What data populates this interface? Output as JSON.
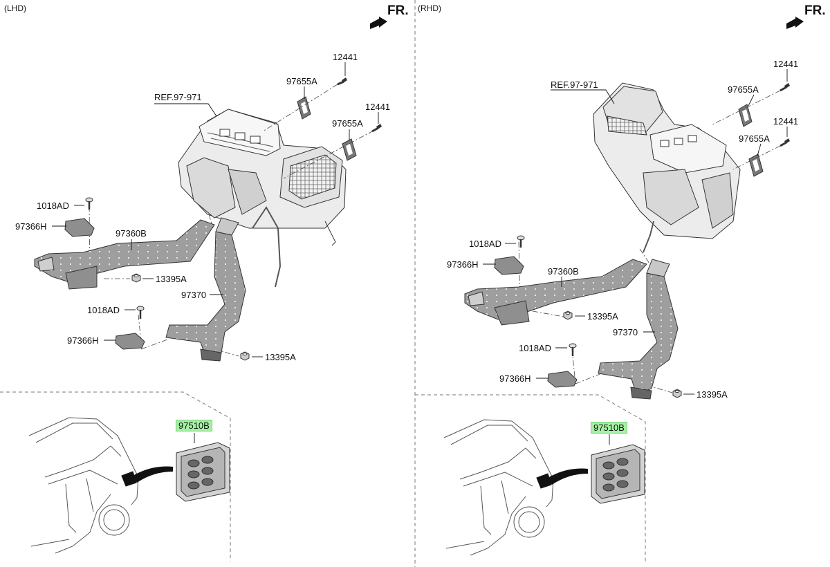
{
  "lhd": {
    "side_label": "(LHD)",
    "front_label": "FR.",
    "labels": {
      "bolt_upper": "12441",
      "gasket_upper": "97655A",
      "bolt_lower": "12441",
      "gasket_lower": "97655A",
      "ref": "REF.97-971",
      "screw_upper": "1018AD",
      "bracket_upper": "97366H",
      "duct_left": "97360B",
      "nut_upper": "13395A",
      "duct_right": "97370",
      "screw_lower": "1018AD",
      "bracket_lower": "97366H",
      "nut_lower": "13395A",
      "module": "97510B"
    }
  },
  "rhd": {
    "side_label": "(RHD)",
    "front_label": "FR.",
    "labels": {
      "bolt_upper": "12441",
      "gasket_upper": "97655A",
      "bolt_lower": "12441",
      "gasket_lower": "97655A",
      "ref": "REF.97-971",
      "screw_upper": "1018AD",
      "bracket_upper": "97366H",
      "duct_left": "97360B",
      "nut_upper": "13395A",
      "duct_right": "97370",
      "screw_lower": "1018AD",
      "bracket_lower": "97366H",
      "nut_lower": "13395A",
      "module": "97510B"
    }
  },
  "colors": {
    "part_fill": "#e3e3e3",
    "part_dark": "#8a8a8a",
    "duct_fill": "#9a9a9a",
    "highlight": "#a4f0a4",
    "dash": "#777777"
  }
}
